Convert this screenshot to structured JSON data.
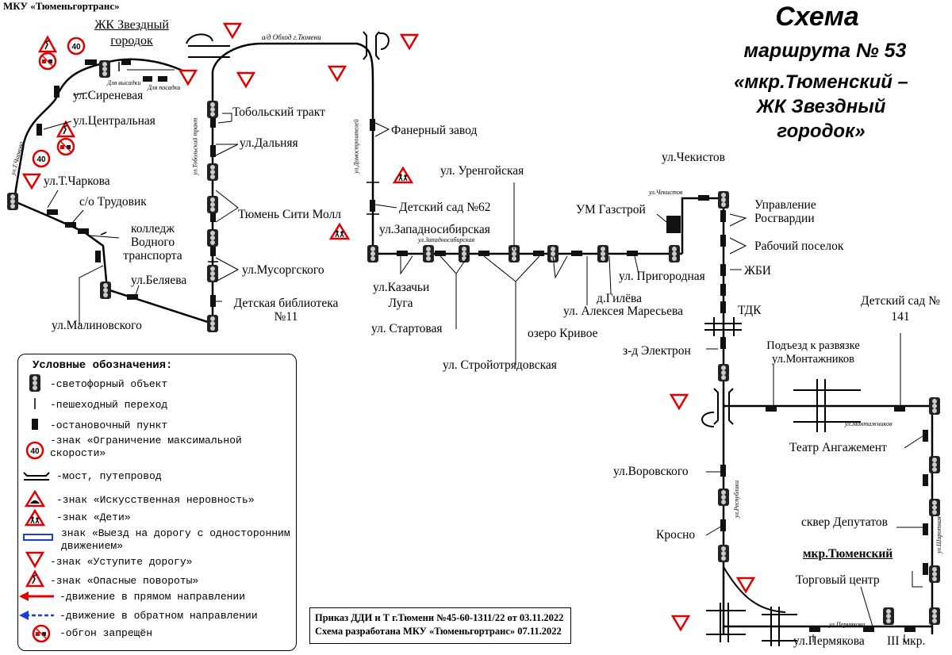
{
  "header": {
    "organization": "МКУ «Тюменьгортранс»",
    "title_line1": "Схема",
    "title_line2": "маршрута № 53",
    "title_line3": "«мкр.Тюменский –",
    "title_line4": "ЖК Звездный",
    "title_line5": "городок»"
  },
  "stops": {
    "zvezdny": "ЖК Звездный городок",
    "sirenevaya": "ул.Сиреневая",
    "centralnaya": "ул.Центральная",
    "charkova": "ул.Т.Чаркова",
    "trudovik": "с/о Трудовик",
    "college": "колледж Водного транспорта",
    "belyaeva": "ул.Беляева",
    "malinovskogo": "ул.Малиновского",
    "tobolsky": "Тобольский тракт",
    "dalnyaya": "ул.Дальняя",
    "city_mall": "Тюмень Сити Молл",
    "musorgskogo": "ул.Мусоргского",
    "library": "Детская библиотека №11",
    "faner": "Фанерный завод",
    "kindergarten62": "Детский сад №62",
    "urengoyskaya": "ул. Уренгойская",
    "zapadnosib": "ул.Западносибирская",
    "kazachi": "ул.Казачьи Луга",
    "startovaya": "ул. Стартовая",
    "stroyotr": "ул. Стройотрядовская",
    "krivoe": "озеро Кривое",
    "gileva": "д.Гилёва",
    "maresyeva": "ул. Алексея Маресьева",
    "prigorodnaya": "ул. Пригородная",
    "gazstroy": "УМ Газстрой",
    "chekistov": "ул.Чекистов",
    "rosgvard": "Управление Росгвардии",
    "rab_pos": "Рабочий поселок",
    "zhbi": "ЖБИ",
    "tdk": "ТДК",
    "elektron": "з-д Электрон",
    "montazh": "Подъезд к развязке ул.Монтажников",
    "ks141": "Детский сад № 141",
    "angazh": "Театр Ангажемент",
    "vorovskogo": "ул.Воровского",
    "krosno": "Кросно",
    "deputatov": "сквер Депутатов",
    "tyumensky": "мкр.Тюменский",
    "trade": "Торговый центр",
    "permyakova": "ул.Пермякова",
    "third_mkr": "III мкр."
  },
  "street_labels": {
    "obhod": "а/д Обход г.Тюмени",
    "for_exit": "Для высадки",
    "for_boarding": "Для посадки",
    "charkova_st": "ул.Т.Чаркова",
    "tobolsky_st": "ул.Тобольский тракт",
    "domostr": "ул.Домостроителей",
    "zapadnosib_st": "ул.Западносибирская",
    "chekistov_st": "ул.Чекистов",
    "respubliki": "ул.Республики",
    "montazh_st": "ул.Монтажников",
    "shirotnaya": "ул.Широтная",
    "permyakova_st": "ул.Пермякова"
  },
  "legend": {
    "heading": "Условные обозначения:",
    "traffic_light": "-светофорный объект",
    "crosswalk": "-пешеходный переход",
    "stop": "-остановочный пункт",
    "speed_limit": "-знак «Ограничение максимальной скорости»",
    "speed_value": "40",
    "bridge": "-мост, путепровод",
    "bump": "-знак «Искусственная неровность»",
    "children": "-знак «Дети»",
    "one_way": "знак «Выезд на дорогу с односторонним движением»",
    "yield": "-знак «Уступите дорогу»",
    "dangerous": "-знак «Опасные повороты»",
    "forward": "-движение в прямом направлении",
    "backward": "-движение в обратном направлении",
    "no_overtaking": "-обгон запрещён"
  },
  "order_note": {
    "line1": "Приказ ДДИ и Т г.Тюмени №45-60-1311/22 от 03.11.2022",
    "line2": "Схема разработана МКУ «Тюменьгортранс» 07.11.2022"
  },
  "colors": {
    "forward": "#e00000",
    "backward": "#1a3fd6",
    "sign_red": "#e00000"
  },
  "icons": [
    "traffic-light-icon",
    "stop-icon",
    "speed-limit-icon",
    "yield-icon",
    "bridge-icon",
    "bump-icon",
    "children-icon",
    "dangerous-turns-icon",
    "no-overtaking-icon"
  ]
}
